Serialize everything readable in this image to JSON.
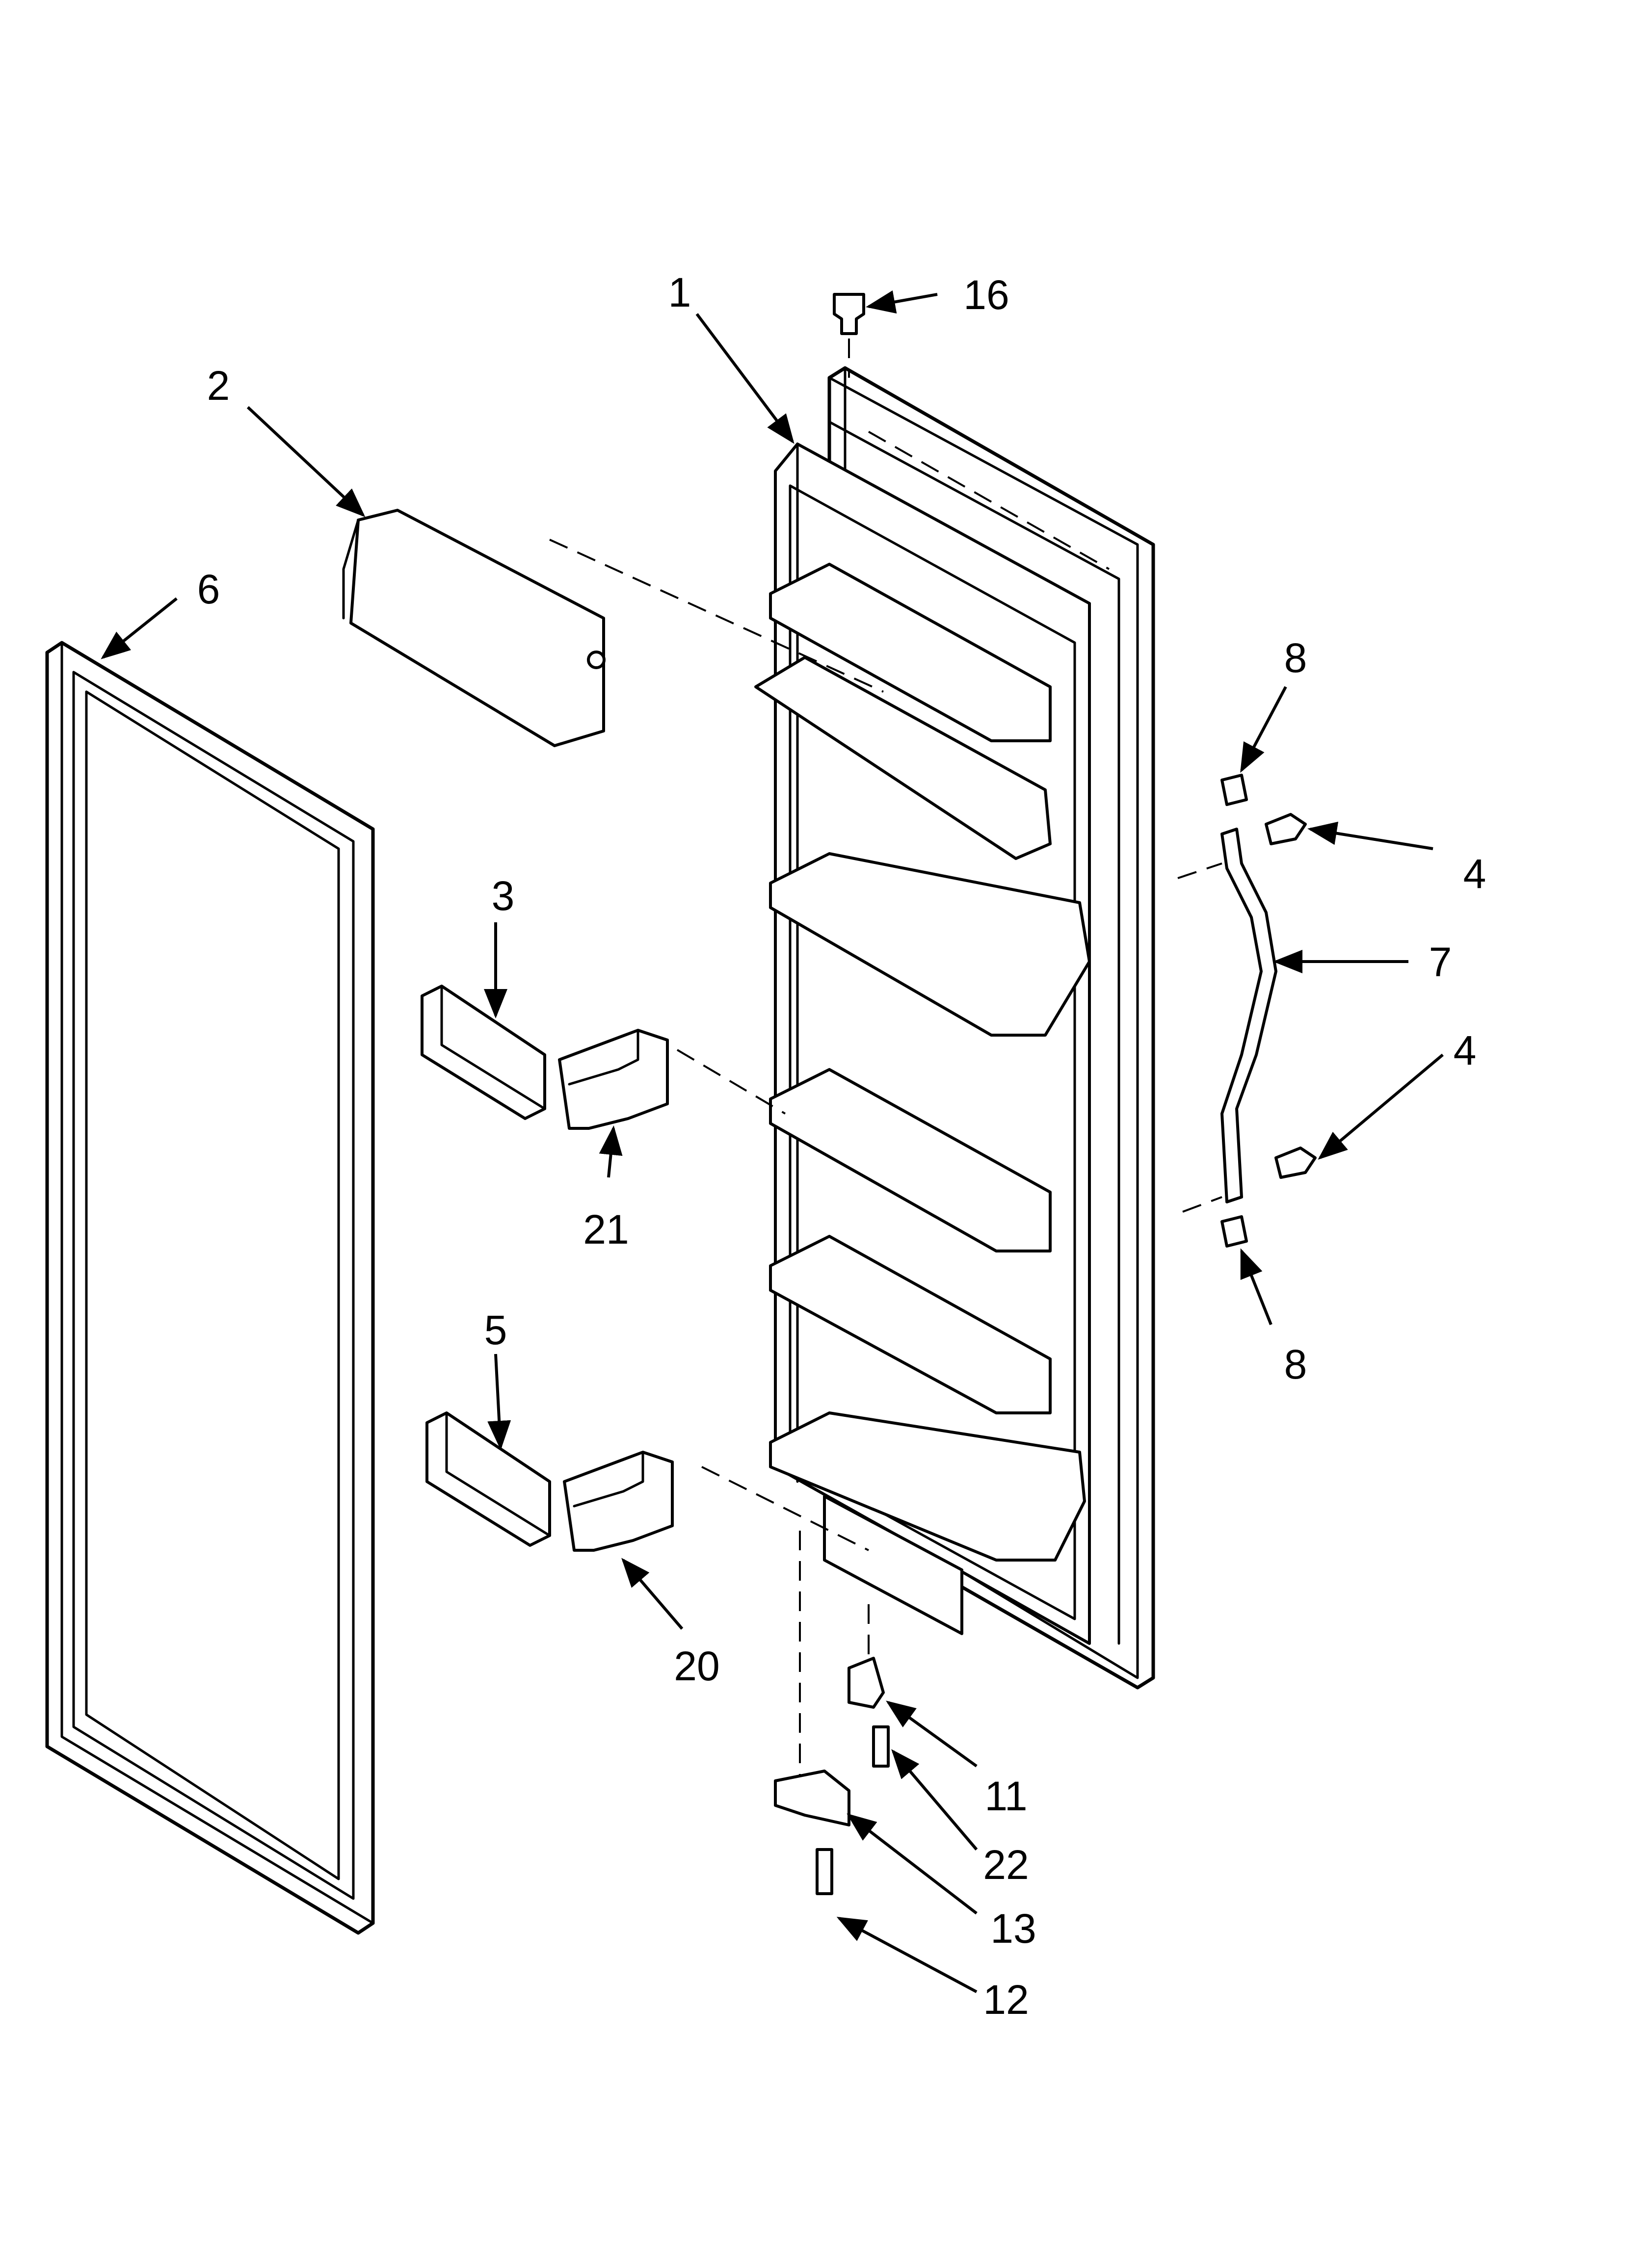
{
  "diagram": {
    "callouts": [
      {
        "id": "1",
        "text": "1"
      },
      {
        "id": "2",
        "text": "2"
      },
      {
        "id": "3",
        "text": "3"
      },
      {
        "id": "4a",
        "text": "4"
      },
      {
        "id": "4b",
        "text": "4"
      },
      {
        "id": "5",
        "text": "5"
      },
      {
        "id": "6",
        "text": "6"
      },
      {
        "id": "7",
        "text": "7"
      },
      {
        "id": "8a",
        "text": "8"
      },
      {
        "id": "8b",
        "text": "8"
      },
      {
        "id": "11",
        "text": "11"
      },
      {
        "id": "12",
        "text": "12"
      },
      {
        "id": "13",
        "text": "13"
      },
      {
        "id": "16",
        "text": "16"
      },
      {
        "id": "20",
        "text": "20"
      },
      {
        "id": "21",
        "text": "21"
      },
      {
        "id": "22",
        "text": "22"
      }
    ],
    "line_color": "#000000",
    "background_color": "#ffffff"
  }
}
